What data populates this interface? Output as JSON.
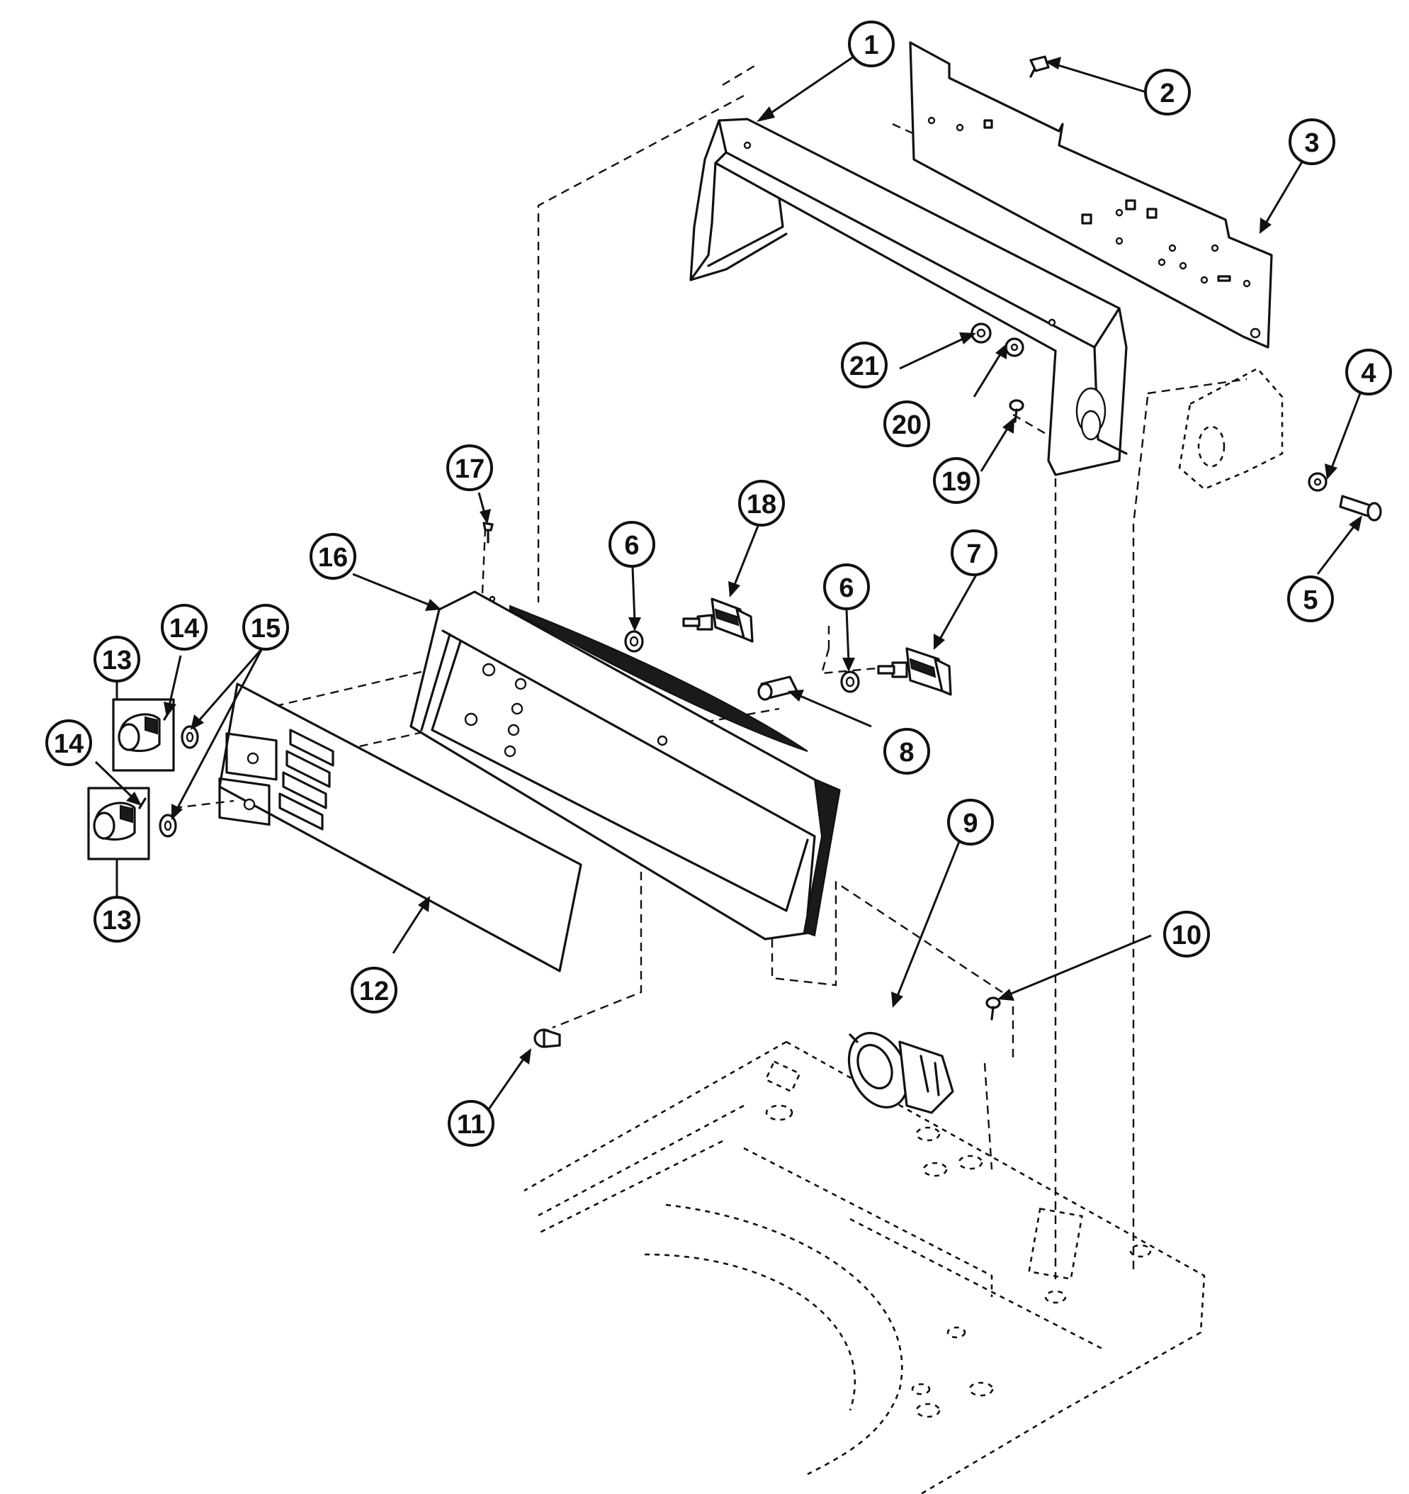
{
  "callouts": [
    {
      "id": "1",
      "label": "1"
    },
    {
      "id": "2",
      "label": "2"
    },
    {
      "id": "3",
      "label": "3"
    },
    {
      "id": "4",
      "label": "4"
    },
    {
      "id": "5",
      "label": "5"
    },
    {
      "id": "6a",
      "label": "6"
    },
    {
      "id": "6b",
      "label": "6"
    },
    {
      "id": "7",
      "label": "7"
    },
    {
      "id": "8",
      "label": "8"
    },
    {
      "id": "9",
      "label": "9"
    },
    {
      "id": "10",
      "label": "10"
    },
    {
      "id": "11",
      "label": "11"
    },
    {
      "id": "12",
      "label": "12"
    },
    {
      "id": "13a",
      "label": "13"
    },
    {
      "id": "13b",
      "label": "13"
    },
    {
      "id": "14a",
      "label": "14"
    },
    {
      "id": "14b",
      "label": "14"
    },
    {
      "id": "15",
      "label": "15"
    },
    {
      "id": "16",
      "label": "16"
    },
    {
      "id": "17",
      "label": "17"
    },
    {
      "id": "18",
      "label": "18"
    },
    {
      "id": "19",
      "label": "19"
    },
    {
      "id": "20",
      "label": "20"
    },
    {
      "id": "21",
      "label": "21"
    }
  ]
}
